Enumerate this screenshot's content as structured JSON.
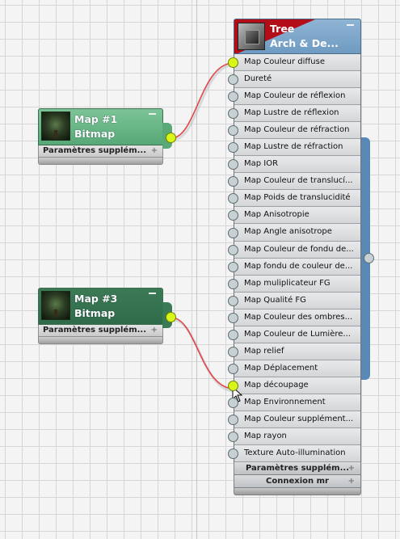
{
  "bitmap_node_1": {
    "name": "Map #1",
    "type": "Bitmap",
    "rollout": "Paramètres supplém...",
    "rollout_plus": "+",
    "icon": "tree-thumbnail-icon"
  },
  "bitmap_node_2": {
    "name": "Map #3",
    "type": "Bitmap",
    "rollout": "Paramètres supplém...",
    "rollout_plus": "+",
    "icon": "tree-thumbnail-icon"
  },
  "material_node": {
    "name": "Tree",
    "type": "Arch & De...",
    "icon": "material-sphere-thumbnail-icon",
    "slots": [
      {
        "label": "Map Couleur diffuse",
        "connected": true
      },
      {
        "label": "Dureté",
        "connected": false
      },
      {
        "label": "Map Couleur de réflexion",
        "connected": false
      },
      {
        "label": "Map Lustre de réflexion",
        "connected": false
      },
      {
        "label": "Map Couleur de réfraction",
        "connected": false
      },
      {
        "label": "Map Lustre de réfraction",
        "connected": false
      },
      {
        "label": "Map IOR",
        "connected": false
      },
      {
        "label": "Map Couleur de translucí...",
        "connected": false
      },
      {
        "label": "Map Poids de translucidité",
        "connected": false
      },
      {
        "label": "Map Anisotropie",
        "connected": false
      },
      {
        "label": "Map Angle anisotrope",
        "connected": false
      },
      {
        "label": "Map Couleur de fondu de...",
        "connected": false
      },
      {
        "label": "Map fondu de couleur de...",
        "connected": false
      },
      {
        "label": "Map muliplicateur FG",
        "connected": false
      },
      {
        "label": "Map Qualité FG",
        "connected": false
      },
      {
        "label": "Map Couleur des ombres...",
        "connected": false
      },
      {
        "label": "Map Couleur de Lumière...",
        "connected": false
      },
      {
        "label": "Map relief",
        "connected": false
      },
      {
        "label": "Map Déplacement",
        "connected": false
      },
      {
        "label": "Map découpage",
        "connected": true
      },
      {
        "label": "Map Environnement",
        "connected": false
      },
      {
        "label": "Map Couleur supplément...",
        "connected": false
      },
      {
        "label": "Map rayon",
        "connected": false
      },
      {
        "label": "Texture Auto-illumination",
        "connected": false
      }
    ],
    "rollouts": [
      {
        "label": "Paramètres supplém...",
        "plus": "+"
      },
      {
        "label": "Connexion mr",
        "plus": "+"
      }
    ]
  },
  "colors": {
    "active_port": "#d9f51a",
    "wire": "#e0464a",
    "node1_header": "#6db88a",
    "node2_header": "#356f4d",
    "material_header": "#7ea8cc",
    "material_accent": "#b30d1a"
  }
}
